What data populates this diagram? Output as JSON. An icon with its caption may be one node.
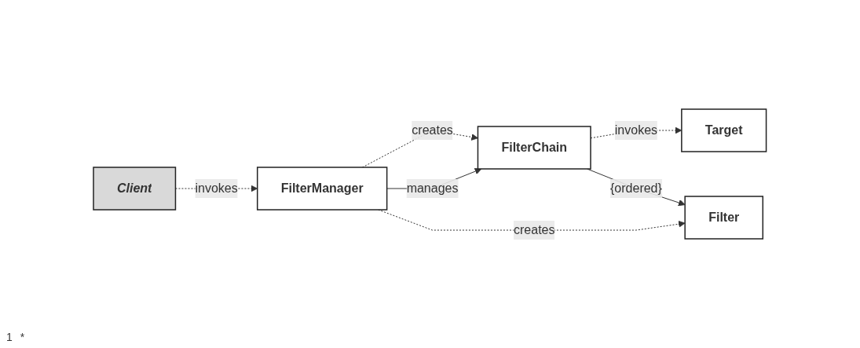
{
  "diagram": {
    "nodes": [
      {
        "text": [
          "Client"
        ]
      },
      {
        "text": [
          "FilterManager"
        ]
      },
      {
        "text": [
          "FilterChain"
        ]
      },
      {
        "text": [
          "Target"
        ]
      },
      {
        "text": [
          "Filter"
        ]
      }
    ],
    "edges": [
      {
        "from": 0,
        "to": 1,
        "arrow": "to",
        "label": "invokes",
        "style": "dashed"
      },
      {
        "from": 1,
        "to": 2,
        "arrow": "to",
        "label": "creates",
        "style": "dashed"
      },
      {
        "from": 1,
        "to": 2,
        "arrow": "to",
        "label": "manages"
      },
      {
        "from": 2,
        "to": 3,
        "arrow": "to",
        "label": "invokes",
        "style": "dashed"
      },
      {
        "from": 2,
        "to": 4,
        "arrow": "to",
        "label": "{ordered}"
      },
      {
        "from": 1,
        "to": 4,
        "arrow": "to",
        "label": "creates",
        "style": "dashed"
      }
    ],
    "labels": [
      "1",
      "*"
    ]
  }
}
